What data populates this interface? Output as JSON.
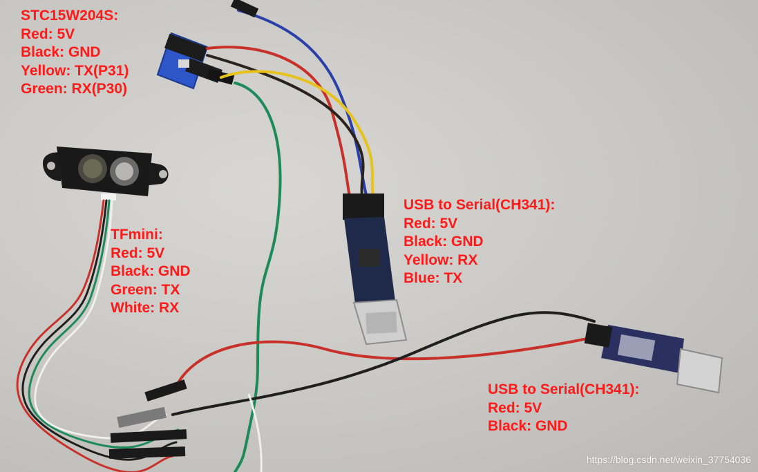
{
  "stc_label": {
    "title": "STC15W204S:",
    "lines": [
      "Red: 5V",
      "Black: GND",
      "Yellow: TX(P31)",
      "Green: RX(P30)"
    ]
  },
  "tfmini_label": {
    "title": "TFmini:",
    "lines": [
      "Red: 5V",
      "Black: GND",
      "Green: TX",
      "White: RX"
    ]
  },
  "usb_serial_1": {
    "title": "USB to Serial(CH341):",
    "lines": [
      "Red: 5V",
      "Black: GND",
      "Yellow: RX",
      "Blue: TX"
    ]
  },
  "usb_serial_2": {
    "title": "USB to Serial(CH341):",
    "lines": [
      "Red: 5V",
      "Black: GND"
    ]
  },
  "watermark": "https://blog.csdn.net/weixin_37754036",
  "colors": {
    "annotation": "#ff1a1a",
    "background": "#c9c8c4",
    "wire_red": "#c8302a",
    "wire_black": "#1f1f1f",
    "wire_yellow": "#e6c21a",
    "wire_green": "#1e8a5a",
    "wire_blue": "#2a3fa8",
    "wire_white": "#efefef"
  }
}
